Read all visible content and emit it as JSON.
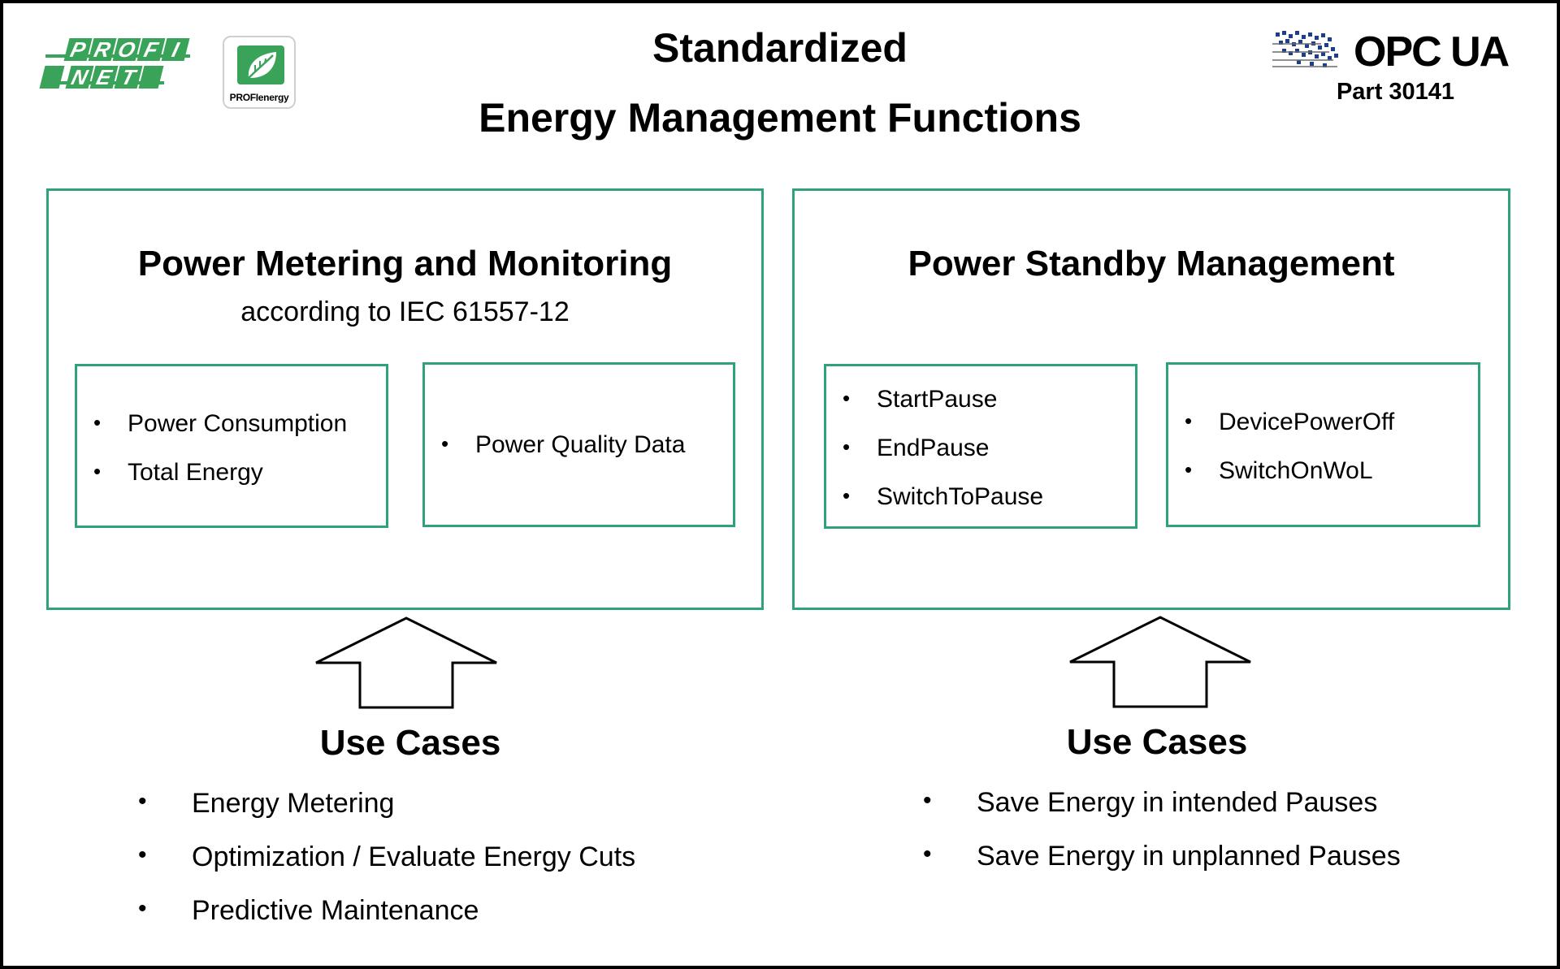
{
  "header": {
    "title_line1": "Standardized",
    "title_line2": "Energy Management Functions"
  },
  "logos": {
    "profinet": {
      "row1": [
        "P",
        "R",
        "O",
        "F",
        "I"
      ],
      "row2": [
        "N",
        "E",
        "T"
      ],
      "color": "#3aa35a"
    },
    "proflenergy": {
      "label": "PROFIenergy",
      "icon": "leaf-icon"
    },
    "opc": {
      "name": "OPC UA",
      "part": "Part 30141"
    }
  },
  "colors": {
    "box_border": "#2ea37a",
    "logo_green": "#3aa35a"
  },
  "left_panel": {
    "title": "Power Metering and Monitoring",
    "subtitle": "according to IEC 61557-12",
    "box1_items": [
      "Power Consumption",
      "Total Energy"
    ],
    "box2_items": [
      "Power Quality Data"
    ]
  },
  "right_panel": {
    "title": "Power Standby Management",
    "box1_items": [
      "StartPause",
      "EndPause",
      "SwitchToPause"
    ],
    "box2_items": [
      "DevicePowerOff",
      "SwitchOnWoL"
    ]
  },
  "use_cases_left": {
    "title": "Use Cases",
    "items": [
      "Energy Metering",
      "Optimization / Evaluate Energy Cuts",
      "Predictive Maintenance"
    ]
  },
  "use_cases_right": {
    "title": "Use Cases",
    "items": [
      "Save Energy in intended Pauses",
      "Save Energy in unplanned Pauses"
    ]
  }
}
